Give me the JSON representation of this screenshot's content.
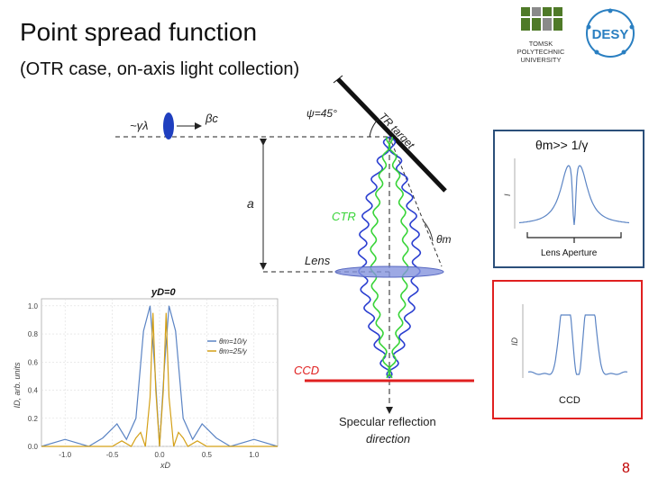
{
  "slide": {
    "title": "Point spread function",
    "subtitle": "(OTR case, on-axis light collection)",
    "page_number": "8"
  },
  "logos": {
    "tpu_name": [
      "TOMSK",
      "POLYTECHNIC",
      "UNIVERSITY"
    ],
    "desy": "DESY"
  },
  "diagram": {
    "gamma_lambda": "~γλ",
    "beam_velocity": "βc",
    "psi": "ψ=45°",
    "target": "TR target",
    "distance": "a",
    "otr": "CTR",
    "theta_m": "θm",
    "lens": "Lens",
    "ccd": "CCD",
    "specular_line1": "Specular reflection",
    "specular_line2": "direction"
  },
  "inset_lens": {
    "condition": "θm>> 1/γ",
    "caption": "Lens Aperture",
    "ylabel": "I"
  },
  "inset_ccd": {
    "caption": "CCD",
    "ylabel": "ID"
  },
  "colors": {
    "red": "#e02020",
    "blue_curve": "#5b84c4",
    "orange_curve": "#d4a017",
    "lens": "#7b8fd6"
  },
  "chart_data": {
    "type": "line",
    "title": "yD=0",
    "xlabel": "xD",
    "ylabel": "ID, arb. units",
    "xlim": [
      -1.25,
      1.25
    ],
    "ylim": [
      0,
      1.05
    ],
    "xticks": [
      "-1.0",
      "-0.5",
      "0.0",
      "0.5",
      "1.0"
    ],
    "yticks": [
      "0.0",
      "0.2",
      "0.4",
      "0.6",
      "0.8",
      "1.0"
    ],
    "legend_position": "center-right",
    "series": [
      {
        "name": "θm=10/γ",
        "color": "#5b84c4",
        "x": [
          -1.25,
          -1.1,
          -1.0,
          -0.9,
          -0.75,
          -0.6,
          -0.45,
          -0.35,
          -0.25,
          -0.17,
          -0.1,
          -0.05,
          0.0,
          0.05,
          0.1,
          0.17,
          0.25,
          0.35,
          0.45,
          0.6,
          0.75,
          0.9,
          1.0,
          1.1,
          1.25
        ],
        "y": [
          0.0,
          0.03,
          0.05,
          0.03,
          0.0,
          0.06,
          0.16,
          0.05,
          0.2,
          0.82,
          1.0,
          0.55,
          0.0,
          0.55,
          1.0,
          0.82,
          0.2,
          0.05,
          0.16,
          0.06,
          0.0,
          0.03,
          0.05,
          0.03,
          0.0
        ]
      },
      {
        "name": "θm=25/γ",
        "color": "#d4a017",
        "x": [
          -1.25,
          -0.5,
          -0.4,
          -0.3,
          -0.25,
          -0.2,
          -0.15,
          -0.1,
          -0.07,
          -0.04,
          0.0,
          0.04,
          0.07,
          0.1,
          0.15,
          0.2,
          0.25,
          0.3,
          0.4,
          0.5,
          1.25
        ],
        "y": [
          0.0,
          0.0,
          0.04,
          0.0,
          0.06,
          0.1,
          0.0,
          0.35,
          0.95,
          0.4,
          0.0,
          0.4,
          0.95,
          0.35,
          0.0,
          0.1,
          0.06,
          0.0,
          0.04,
          0.0,
          0.0
        ]
      }
    ]
  }
}
